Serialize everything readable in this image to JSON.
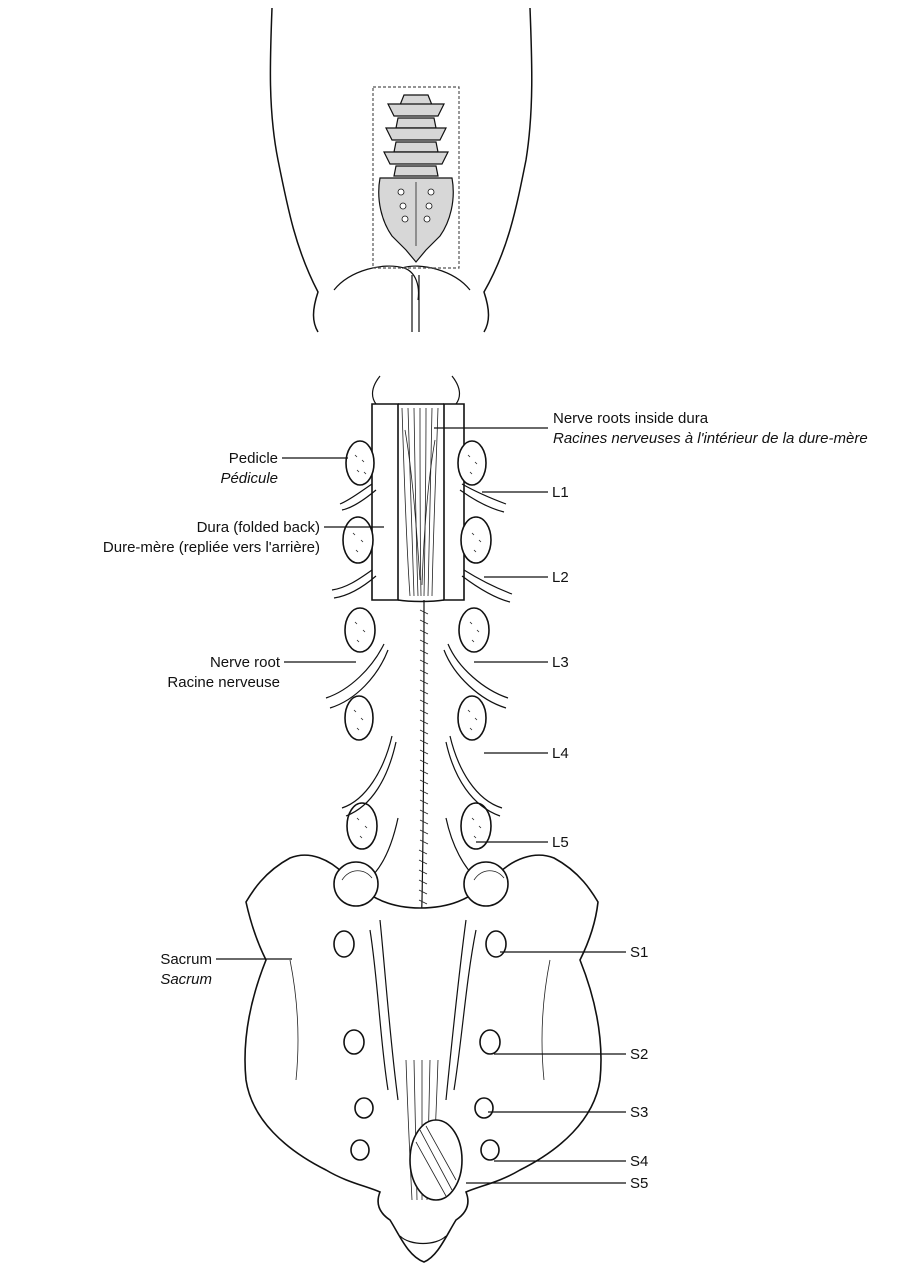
{
  "labels": {
    "nerve_roots_inside_dura": {
      "en": "Nerve roots inside dura",
      "fr": "Racines nerveuses à l'intérieur de la dure-mère"
    },
    "pedicle": {
      "en": "Pedicle",
      "fr": "Pédicule"
    },
    "dura": {
      "en": "Dura (folded back)",
      "fr": "Dure-mère (repliée vers l'arrière)"
    },
    "nerve_root": {
      "en": "Nerve root",
      "fr": "Racine nerveuse"
    },
    "sacrum": {
      "en": "Sacrum",
      "fr": "Sacrum"
    },
    "lumbar": [
      "L1",
      "L2",
      "L3",
      "L4",
      "L5"
    ],
    "sacral": [
      "S1",
      "S2",
      "S3",
      "S4",
      "S5"
    ]
  }
}
